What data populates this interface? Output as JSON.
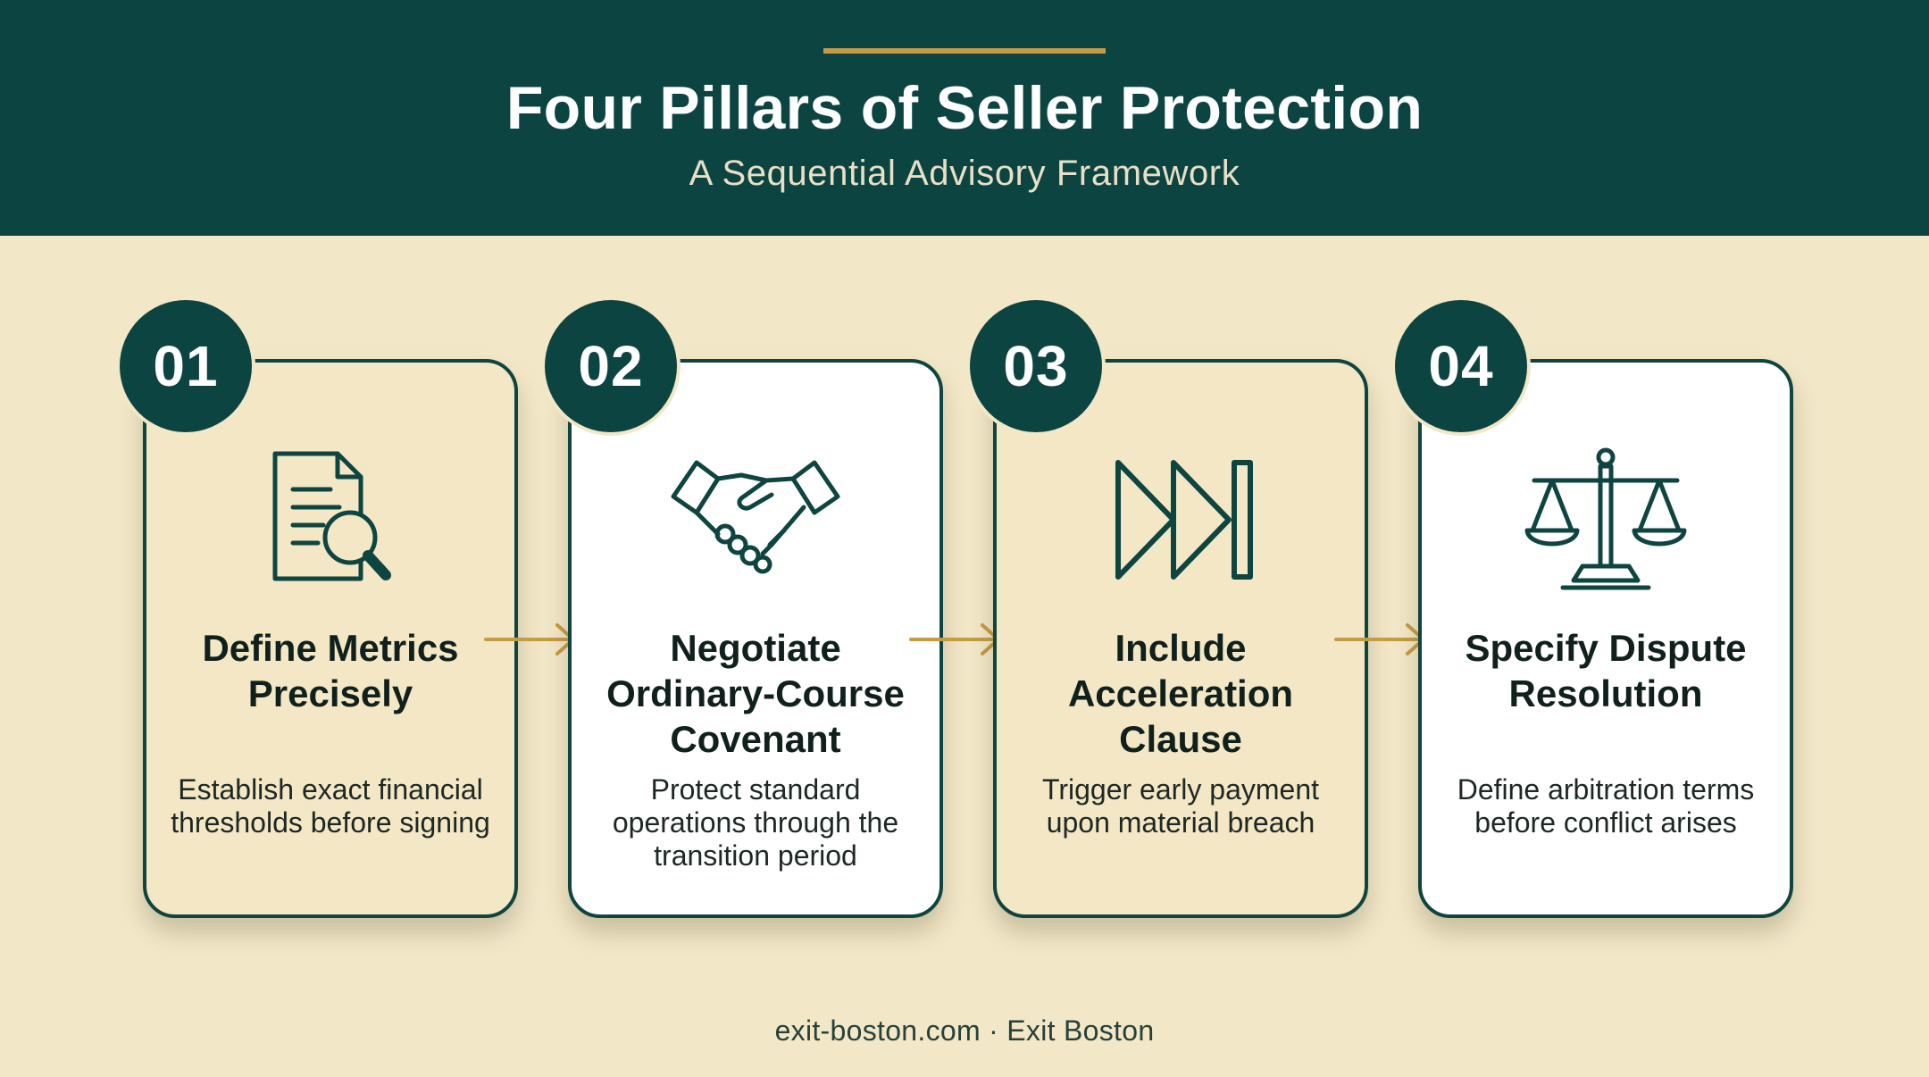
{
  "header": {
    "title": "Four Pillars of Seller Protection",
    "subtitle": "A Sequential Advisory Framework"
  },
  "steps": [
    {
      "number": "01",
      "icon": "document-search-icon",
      "title": "Define Metrics Precisely",
      "description": "Establish exact financial thresholds before signing"
    },
    {
      "number": "02",
      "icon": "handshake-icon",
      "title": "Negotiate Ordinary-Course Covenant",
      "description": "Protect standard operations through the transition period"
    },
    {
      "number": "03",
      "icon": "fast-forward-icon",
      "title": "Include Acceleration Clause",
      "description": "Trigger early payment upon material breach"
    },
    {
      "number": "04",
      "icon": "scales-icon",
      "title": "Specify Dispute Resolution",
      "description": "Define arbitration terms before conflict arises"
    }
  ],
  "footer": {
    "text": "exit-boston.com · Exit Boston"
  },
  "colors": {
    "header_bg": "#0b4440",
    "accent_gold": "#c49c46",
    "page_bg": "#f2e7c7",
    "card_border": "#0e4540"
  }
}
